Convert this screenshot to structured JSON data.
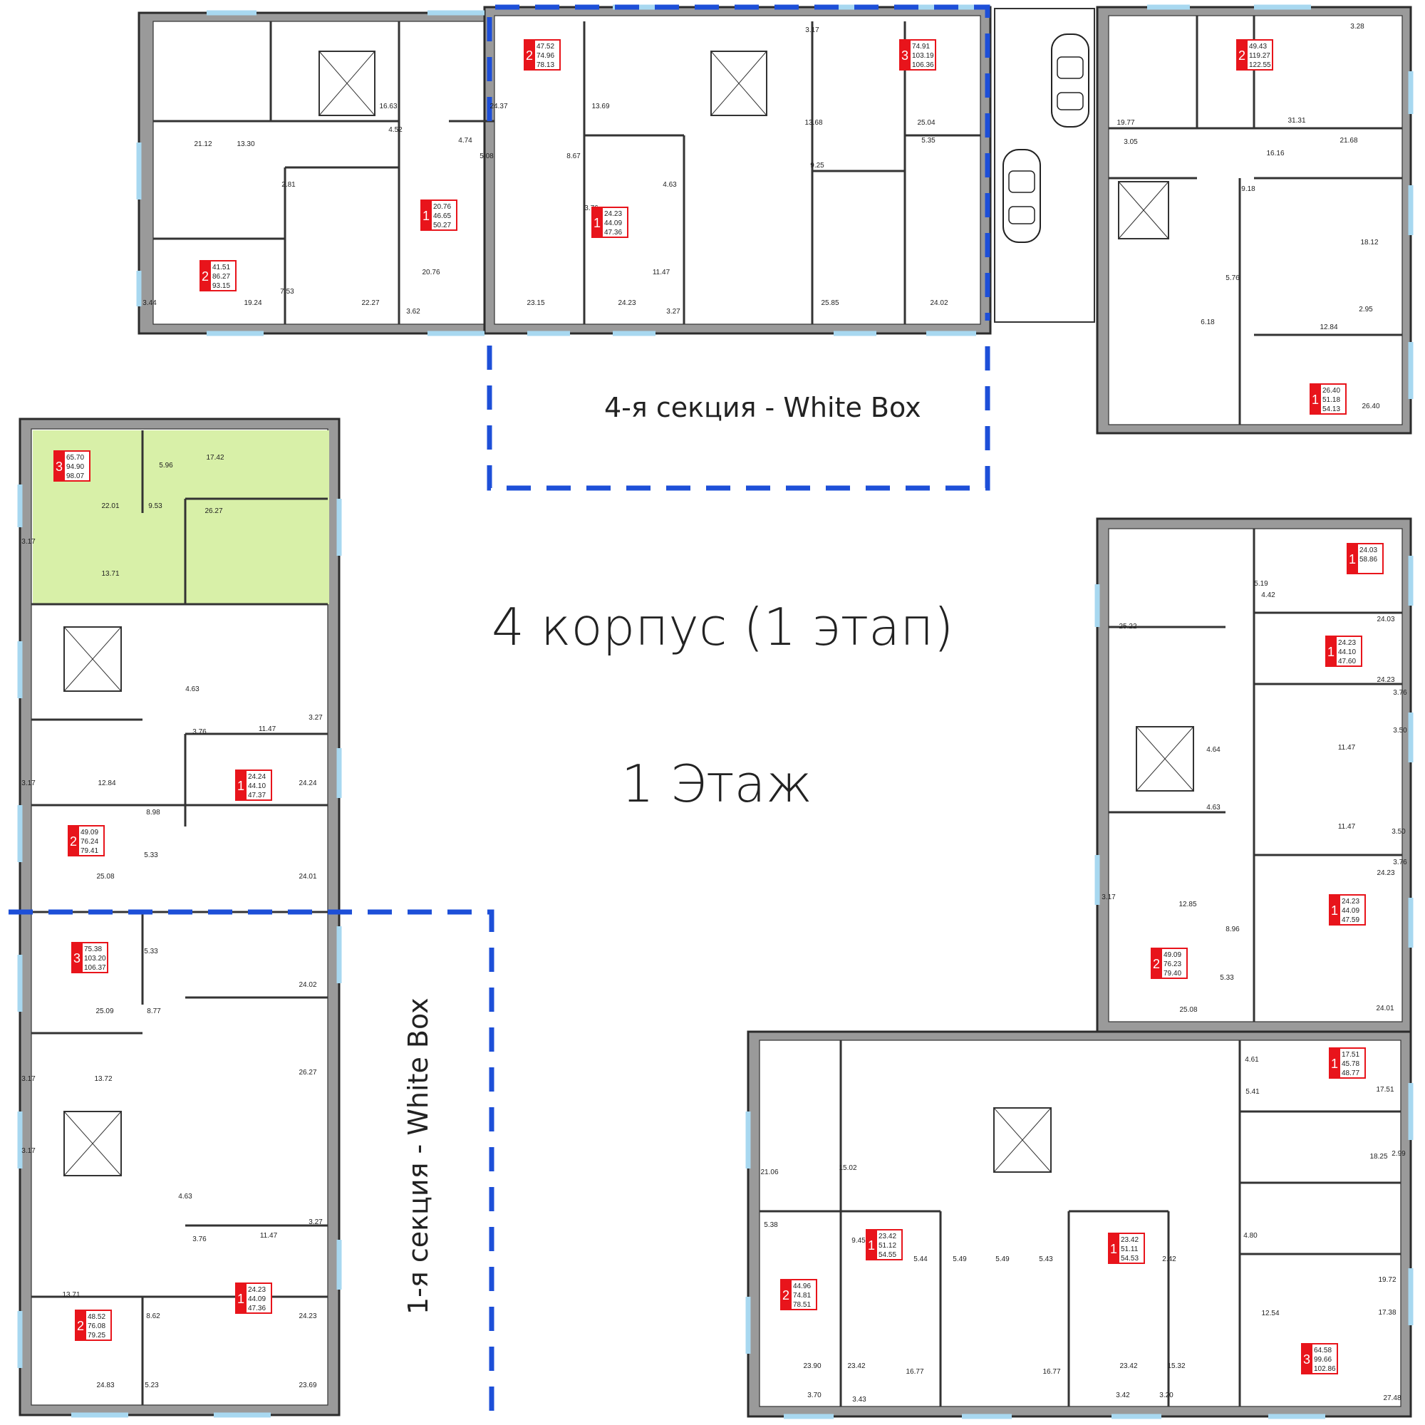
{
  "titles": {
    "building": "4  корпус (1  этап)",
    "floor": "1  Этаж",
    "section4": "4-я секция - White Box",
    "section1": "1-я секция - White Box"
  },
  "colors": {
    "badge": "#e8141b",
    "highlight": "#d8f0a8",
    "dashed_outline": "#1d4fd8",
    "window": "#a8d8f0"
  },
  "apartments": [
    {
      "rooms": "2",
      "living": "41.51",
      "total": "86.27",
      "full": "93.15"
    },
    {
      "rooms": "1",
      "living": "20.76",
      "total": "46.65",
      "full": "50.27"
    },
    {
      "rooms": "2",
      "living": "47.52",
      "total": "74.96",
      "full": "78.13"
    },
    {
      "rooms": "1",
      "living": "24.23",
      "total": "44.09",
      "full": "47.36"
    },
    {
      "rooms": "3",
      "living": "74.91",
      "total": "103.19",
      "full": "106.36"
    },
    {
      "rooms": "2",
      "living": "49.43",
      "total": "119.27",
      "full": "122.55"
    },
    {
      "rooms": "1",
      "living": "26.40",
      "total": "51.18",
      "full": "54.13"
    },
    {
      "rooms": "3",
      "living": "65.70",
      "total": "94.90",
      "full": "98.07"
    },
    {
      "rooms": "1",
      "living": "24.24",
      "total": "44.10",
      "full": "47.37"
    },
    {
      "rooms": "2",
      "living": "49.09",
      "total": "76.24",
      "full": "79.41"
    },
    {
      "rooms": "3",
      "living": "75.38",
      "total": "103.20",
      "full": "106.37"
    },
    {
      "rooms": "1",
      "living": "24.23",
      "total": "44.09",
      "full": "47.36"
    },
    {
      "rooms": "2",
      "living": "48.52",
      "total": "76.08",
      "full": "79.25"
    },
    {
      "rooms": "1",
      "living": "24.03",
      "total": "58.86",
      "full": ""
    },
    {
      "rooms": "1",
      "living": "24.23",
      "total": "44.10",
      "full": "47.60"
    },
    {
      "rooms": "1",
      "living": "24.23",
      "total": "44.09",
      "full": "47.59"
    },
    {
      "rooms": "2",
      "living": "49.09",
      "total": "76.23",
      "full": "79.40"
    },
    {
      "rooms": "1",
      "living": "17.51",
      "total": "45.78",
      "full": "48.77"
    },
    {
      "rooms": "2",
      "living": "44.96",
      "total": "74.81",
      "full": "78.51"
    },
    {
      "rooms": "1",
      "living": "23.42",
      "total": "51.12",
      "full": "54.55"
    },
    {
      "rooms": "1",
      "living": "23.42",
      "total": "51.11",
      "full": "54.53"
    },
    {
      "rooms": "3",
      "living": "64.58",
      "total": "99.66",
      "full": "102.86"
    }
  ],
  "room_labels": [
    "16.63",
    "4.52",
    "21.12",
    "13.30",
    "2.81",
    "19.24",
    "7.53",
    "22.27",
    "3.44",
    "3.62",
    "20.76",
    "4.74",
    "5.08",
    "24.37",
    "13.69",
    "8.67",
    "3.76",
    "4.63",
    "11.47",
    "23.15",
    "24.23",
    "3.27",
    "3.17",
    "13.68",
    "9.25",
    "25.04",
    "5.35",
    "25.85",
    "24.02",
    "19.77",
    "3.05",
    "31.31",
    "16.16",
    "21.68",
    "9.18",
    "18.12",
    "5.76",
    "2.95",
    "12.84",
    "6.18",
    "26.40",
    "3.28",
    "5.96",
    "17.42",
    "22.01",
    "9.53",
    "26.27",
    "3.17",
    "13.71",
    "4.63",
    "3.76",
    "11.47",
    "3.27",
    "3.17",
    "12.84",
    "8.98",
    "24.24",
    "25.08",
    "5.33",
    "24.01",
    "5.33",
    "24.02",
    "25.09",
    "8.77",
    "3.17",
    "13.72",
    "26.27",
    "4.63",
    "3.76",
    "11.47",
    "3.27",
    "3.17",
    "13.71",
    "8.62",
    "24.23",
    "24.83",
    "5.23",
    "23.69",
    "5.19",
    "4.42",
    "25.22",
    "24.03",
    "24.23",
    "3.76",
    "4.64",
    "11.47",
    "3.50",
    "4.63",
    "11.47",
    "3.50",
    "3.76",
    "24.23",
    "3.17",
    "12.85",
    "8.96",
    "5.33",
    "25.08",
    "24.01",
    "4.61",
    "5.41",
    "17.51",
    "18.25",
    "2.99",
    "4.80",
    "19.72",
    "17.38",
    "12.54",
    "27.48",
    "21.06",
    "15.02",
    "5.38",
    "9.45",
    "5.44",
    "5.49",
    "5.49",
    "5.43",
    "2.42",
    "23.90",
    "23.42",
    "16.77",
    "16.77",
    "23.42",
    "15.32",
    "3.70",
    "3.43",
    "3.42",
    "3.20"
  ]
}
